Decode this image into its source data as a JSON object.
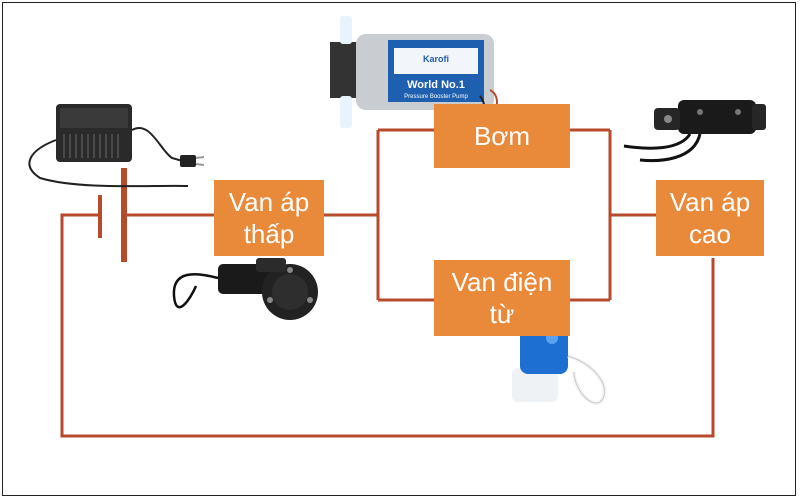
{
  "title": "",
  "colors": {
    "wire": "#b84a2c",
    "box_fill": "#e9893a",
    "box_text": "#ffffff"
  },
  "components": {
    "pump": {
      "label": "Bơm"
    },
    "low_pressure_valve": {
      "label_line1": "Van áp",
      "label_line2": "thấp"
    },
    "high_pressure_valve": {
      "label_line1": "Van áp",
      "label_line2": "cao"
    },
    "solenoid_valve": {
      "label_line1": "Van điện",
      "label_line2": "từ"
    }
  },
  "images": {
    "adapter": "power-adapter",
    "pump_body": "pump-icon",
    "pump_label_brand": "Karofi",
    "pump_label_model": "World No.1",
    "pump_label_sub": "Pressure Booster Pump",
    "low_valve": "low-pressure-switch-icon",
    "high_valve": "high-pressure-switch-icon",
    "solenoid": "solenoid-valve-icon"
  }
}
